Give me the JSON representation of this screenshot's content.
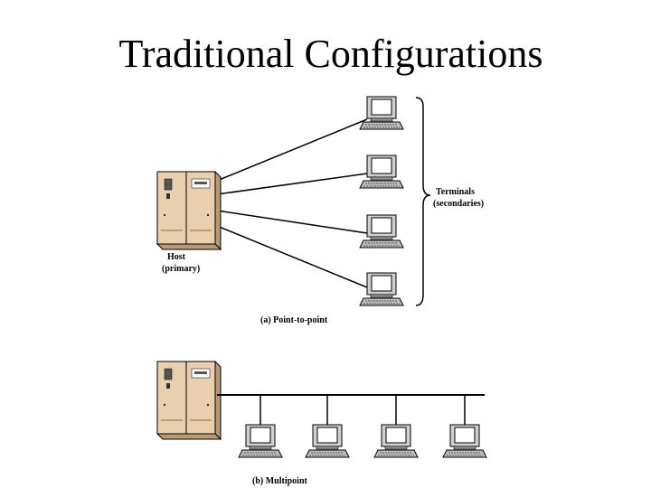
{
  "slide": {
    "title": "Traditional Configurations"
  },
  "point_to_point": {
    "host_label_line1": "Host",
    "host_label_line2": "(primary)",
    "terminals_label_line1": "Terminals",
    "terminals_label_line2": "(secondaries)",
    "caption": "(a) Point-to-point"
  },
  "multipoint": {
    "caption": "(b) Multipoint"
  },
  "colors": {
    "cabinet": "#e8cfae",
    "cabinet_dark": "#b99a74",
    "terminal_body": "#cfcfcf",
    "screen": "#ffffff",
    "line": "#000000"
  }
}
